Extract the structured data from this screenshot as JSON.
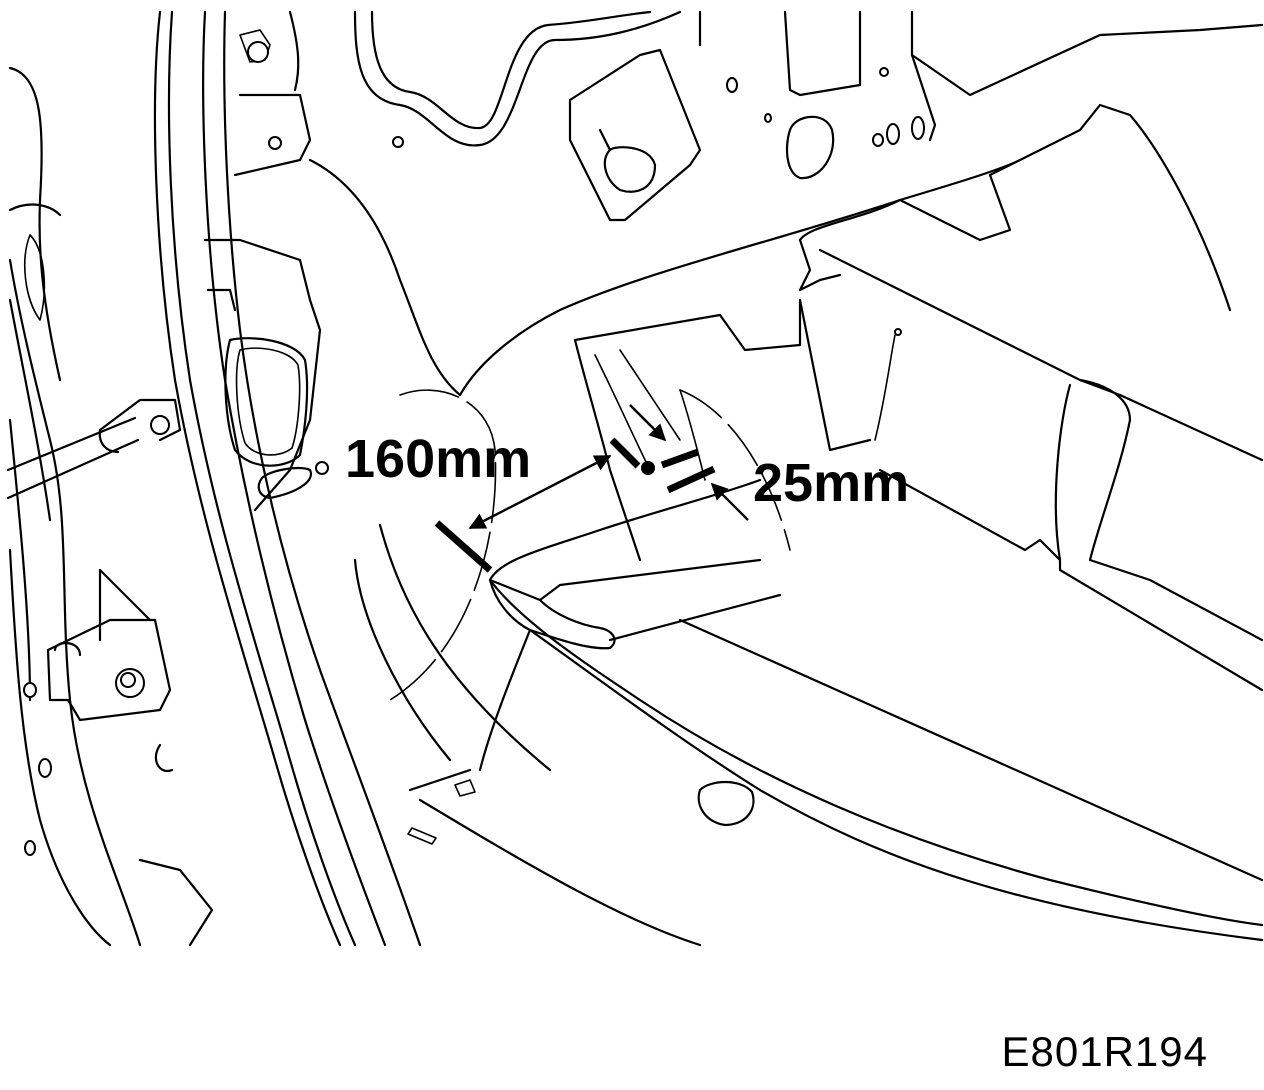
{
  "diagram": {
    "dimension_long": "160mm",
    "dimension_short": "25mm",
    "reference_code": "E801R194"
  },
  "colors": {
    "line": "#000000",
    "background": "#ffffff"
  }
}
